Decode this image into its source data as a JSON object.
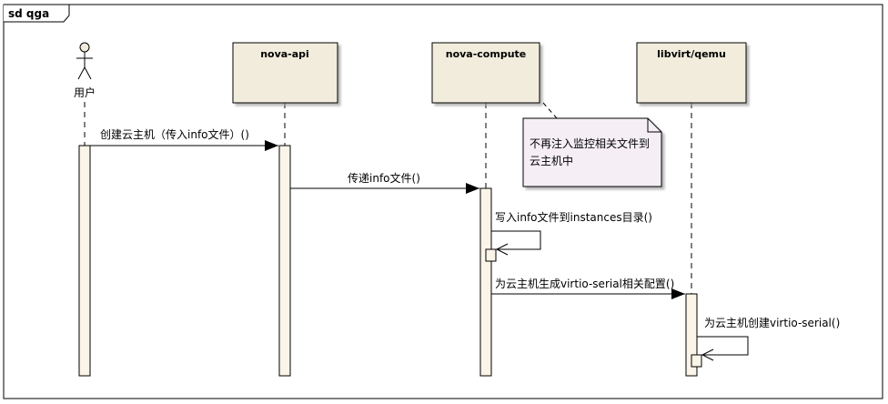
{
  "frame": {
    "title": "sd qga"
  },
  "colors": {
    "header_fill": "#f1ecdc",
    "activation_fill": "#fbf4e8",
    "note_fill": "#f5eff5",
    "line": "#000000",
    "shadow": "#bdbdbd"
  },
  "lifelines": [
    {
      "id": "user",
      "label": "用户",
      "kind": "actor"
    },
    {
      "id": "api",
      "label": "nova-api",
      "kind": "box"
    },
    {
      "id": "compute",
      "label": "nova-compute",
      "kind": "box"
    },
    {
      "id": "libvirt",
      "label": "libvirt/qemu",
      "kind": "box"
    }
  ],
  "messages": [
    {
      "from": "user",
      "to": "api",
      "label": "创建云主机（传入info文件）()"
    },
    {
      "from": "api",
      "to": "compute",
      "label": "传递info文件()"
    },
    {
      "from": "compute",
      "to": "compute",
      "label": "写入info文件到instances目录()"
    },
    {
      "from": "compute",
      "to": "libvirt",
      "label": "为云主机生成virtio-serial相关配置()"
    },
    {
      "from": "libvirt",
      "to": "libvirt",
      "label": "为云主机创建virtio-serial()"
    }
  ],
  "note": {
    "lines": [
      "不再注入监控相关文件到",
      "云主机中"
    ]
  },
  "icons": {
    "actor": "stick-figure-icon"
  }
}
